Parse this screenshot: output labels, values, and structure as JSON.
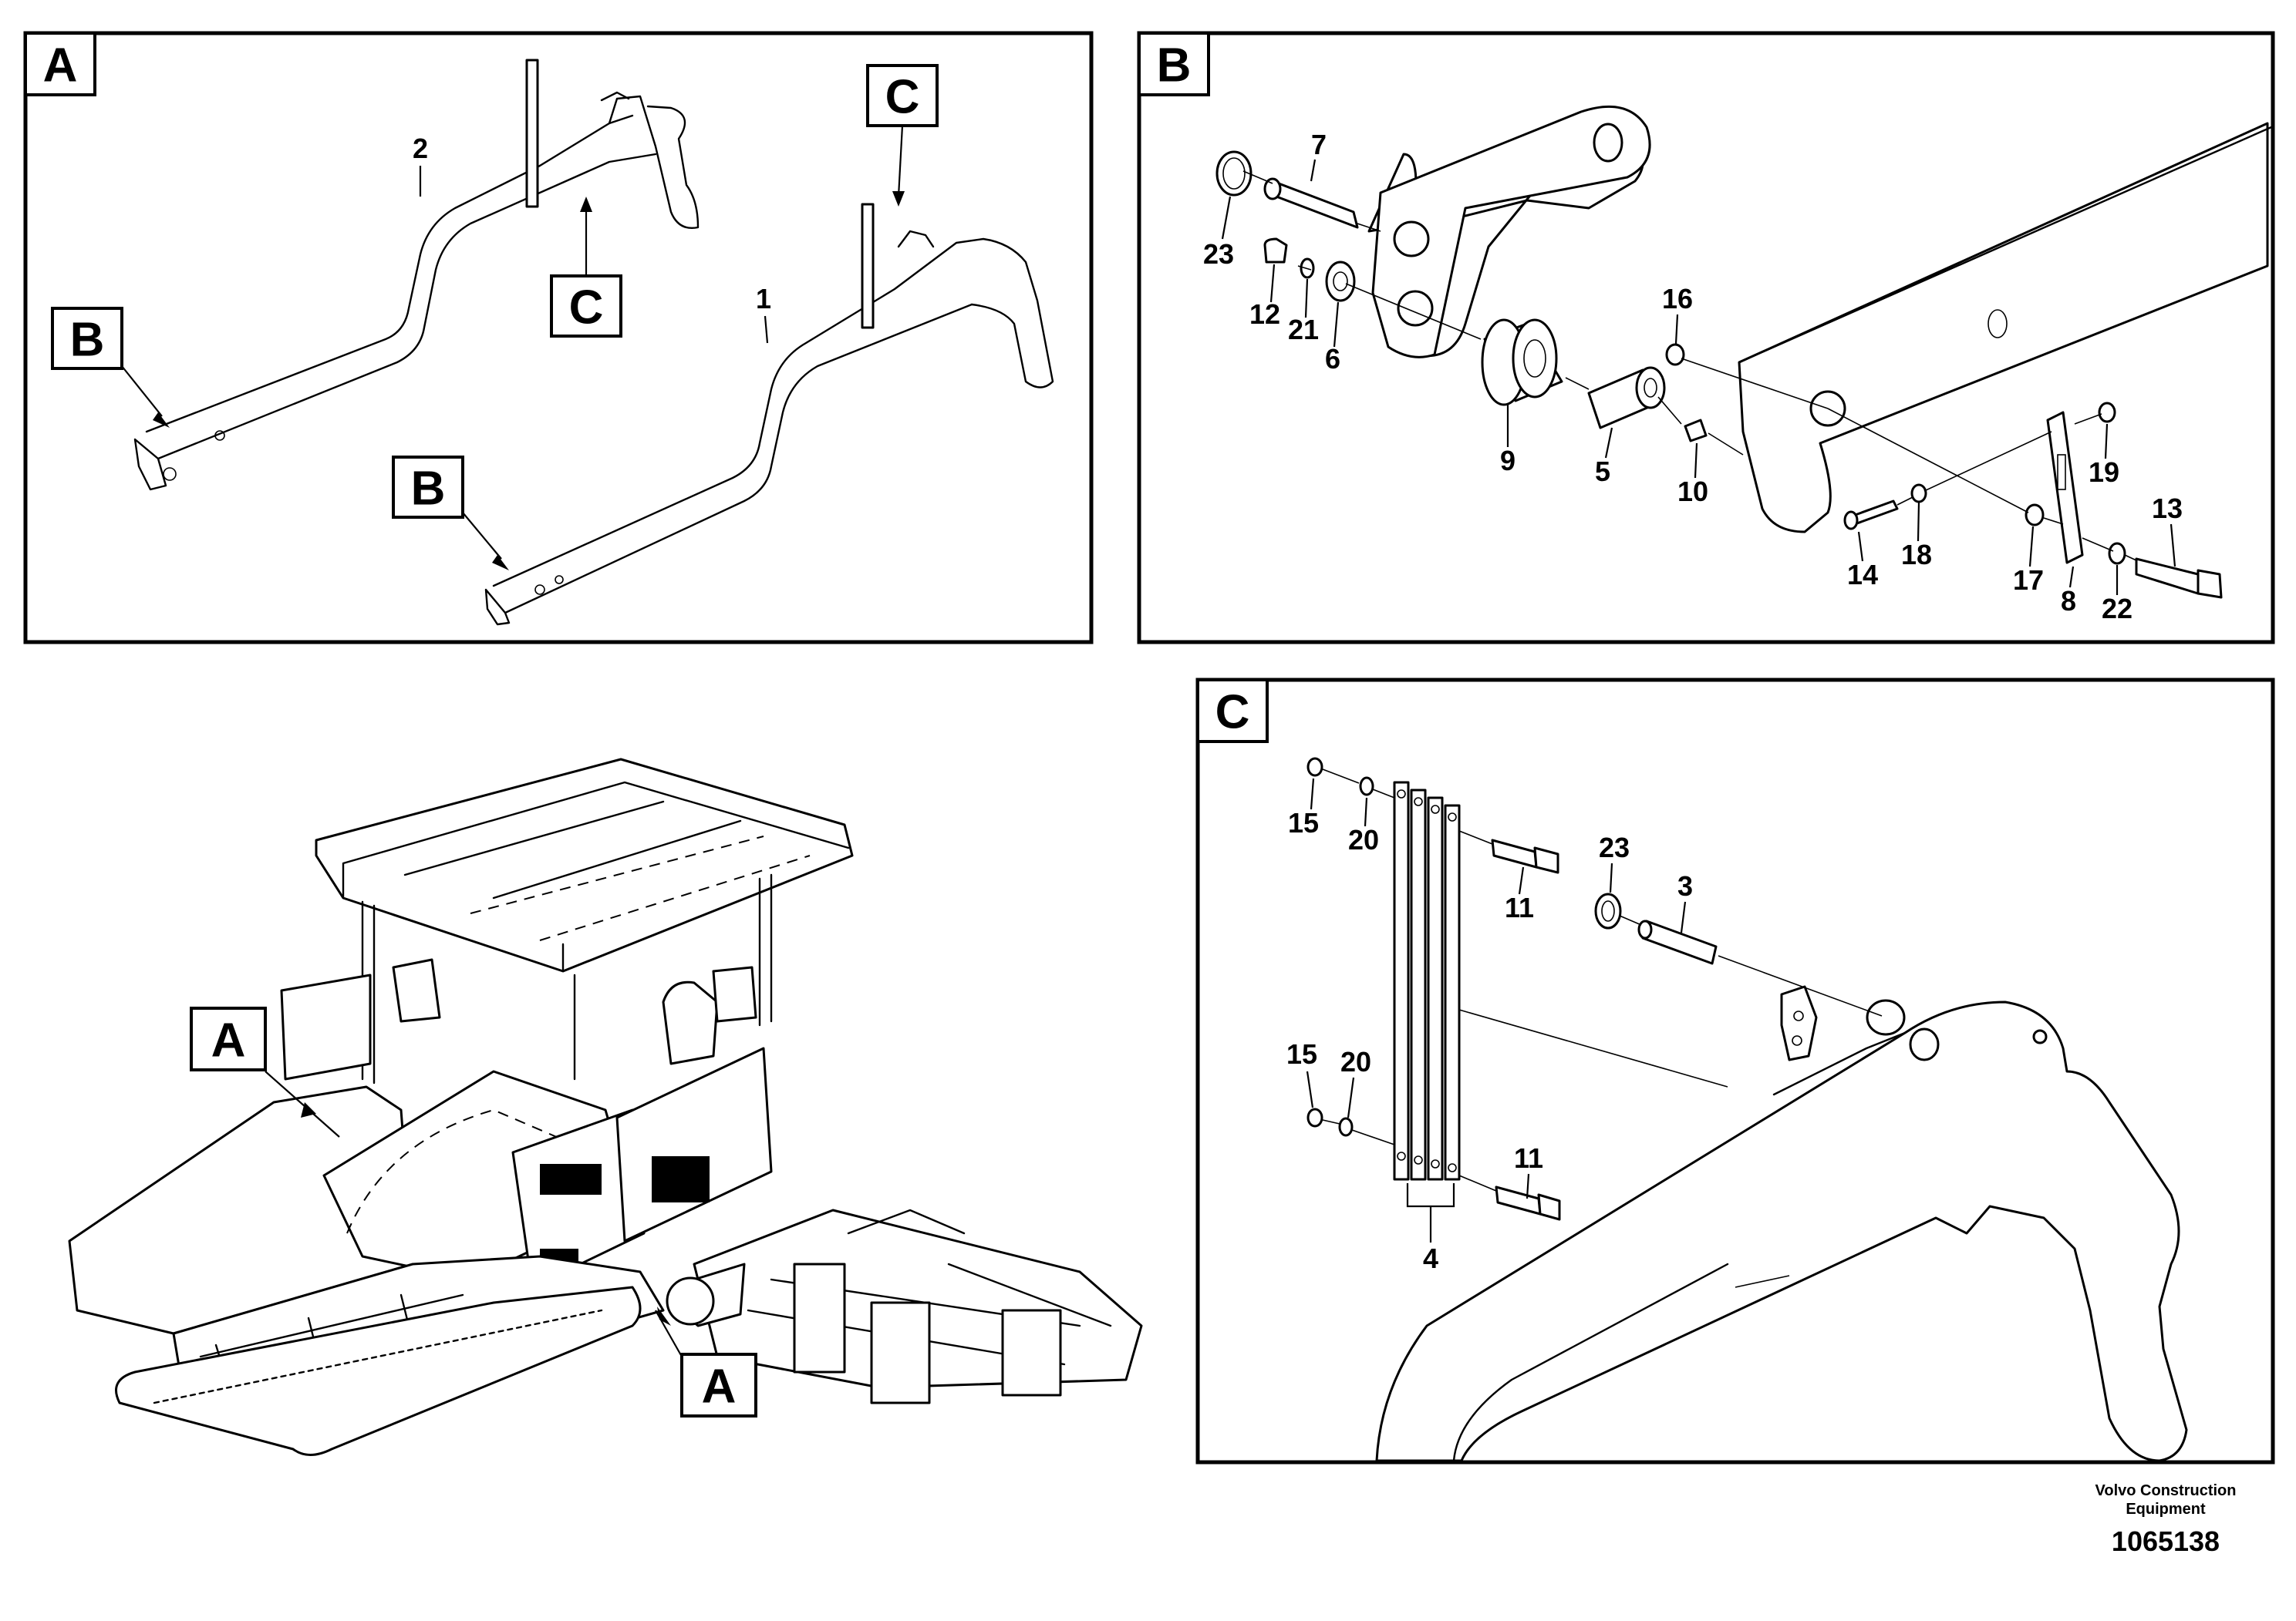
{
  "panels": {
    "A": {
      "tag": "A",
      "callout_tags": [
        "B",
        "C",
        "B",
        "C"
      ],
      "part_numbers": [
        "2",
        "1"
      ]
    },
    "B": {
      "tag": "B",
      "part_numbers": [
        "7",
        "23",
        "12",
        "21",
        "6",
        "9",
        "5",
        "10",
        "16",
        "19",
        "13",
        "14",
        "18",
        "17",
        "8",
        "22"
      ]
    },
    "C": {
      "tag": "C",
      "part_numbers": [
        "15",
        "20",
        "11",
        "23",
        "3",
        "15",
        "20",
        "11",
        "4"
      ]
    },
    "overview": {
      "callout_tags": [
        "A",
        "A"
      ]
    }
  },
  "footer": {
    "credit_line1": "Volvo Construction",
    "credit_line2": "Equipment",
    "doc_number": "1065138"
  },
  "colors": {
    "ink": "#000000",
    "paper": "#ffffff"
  }
}
